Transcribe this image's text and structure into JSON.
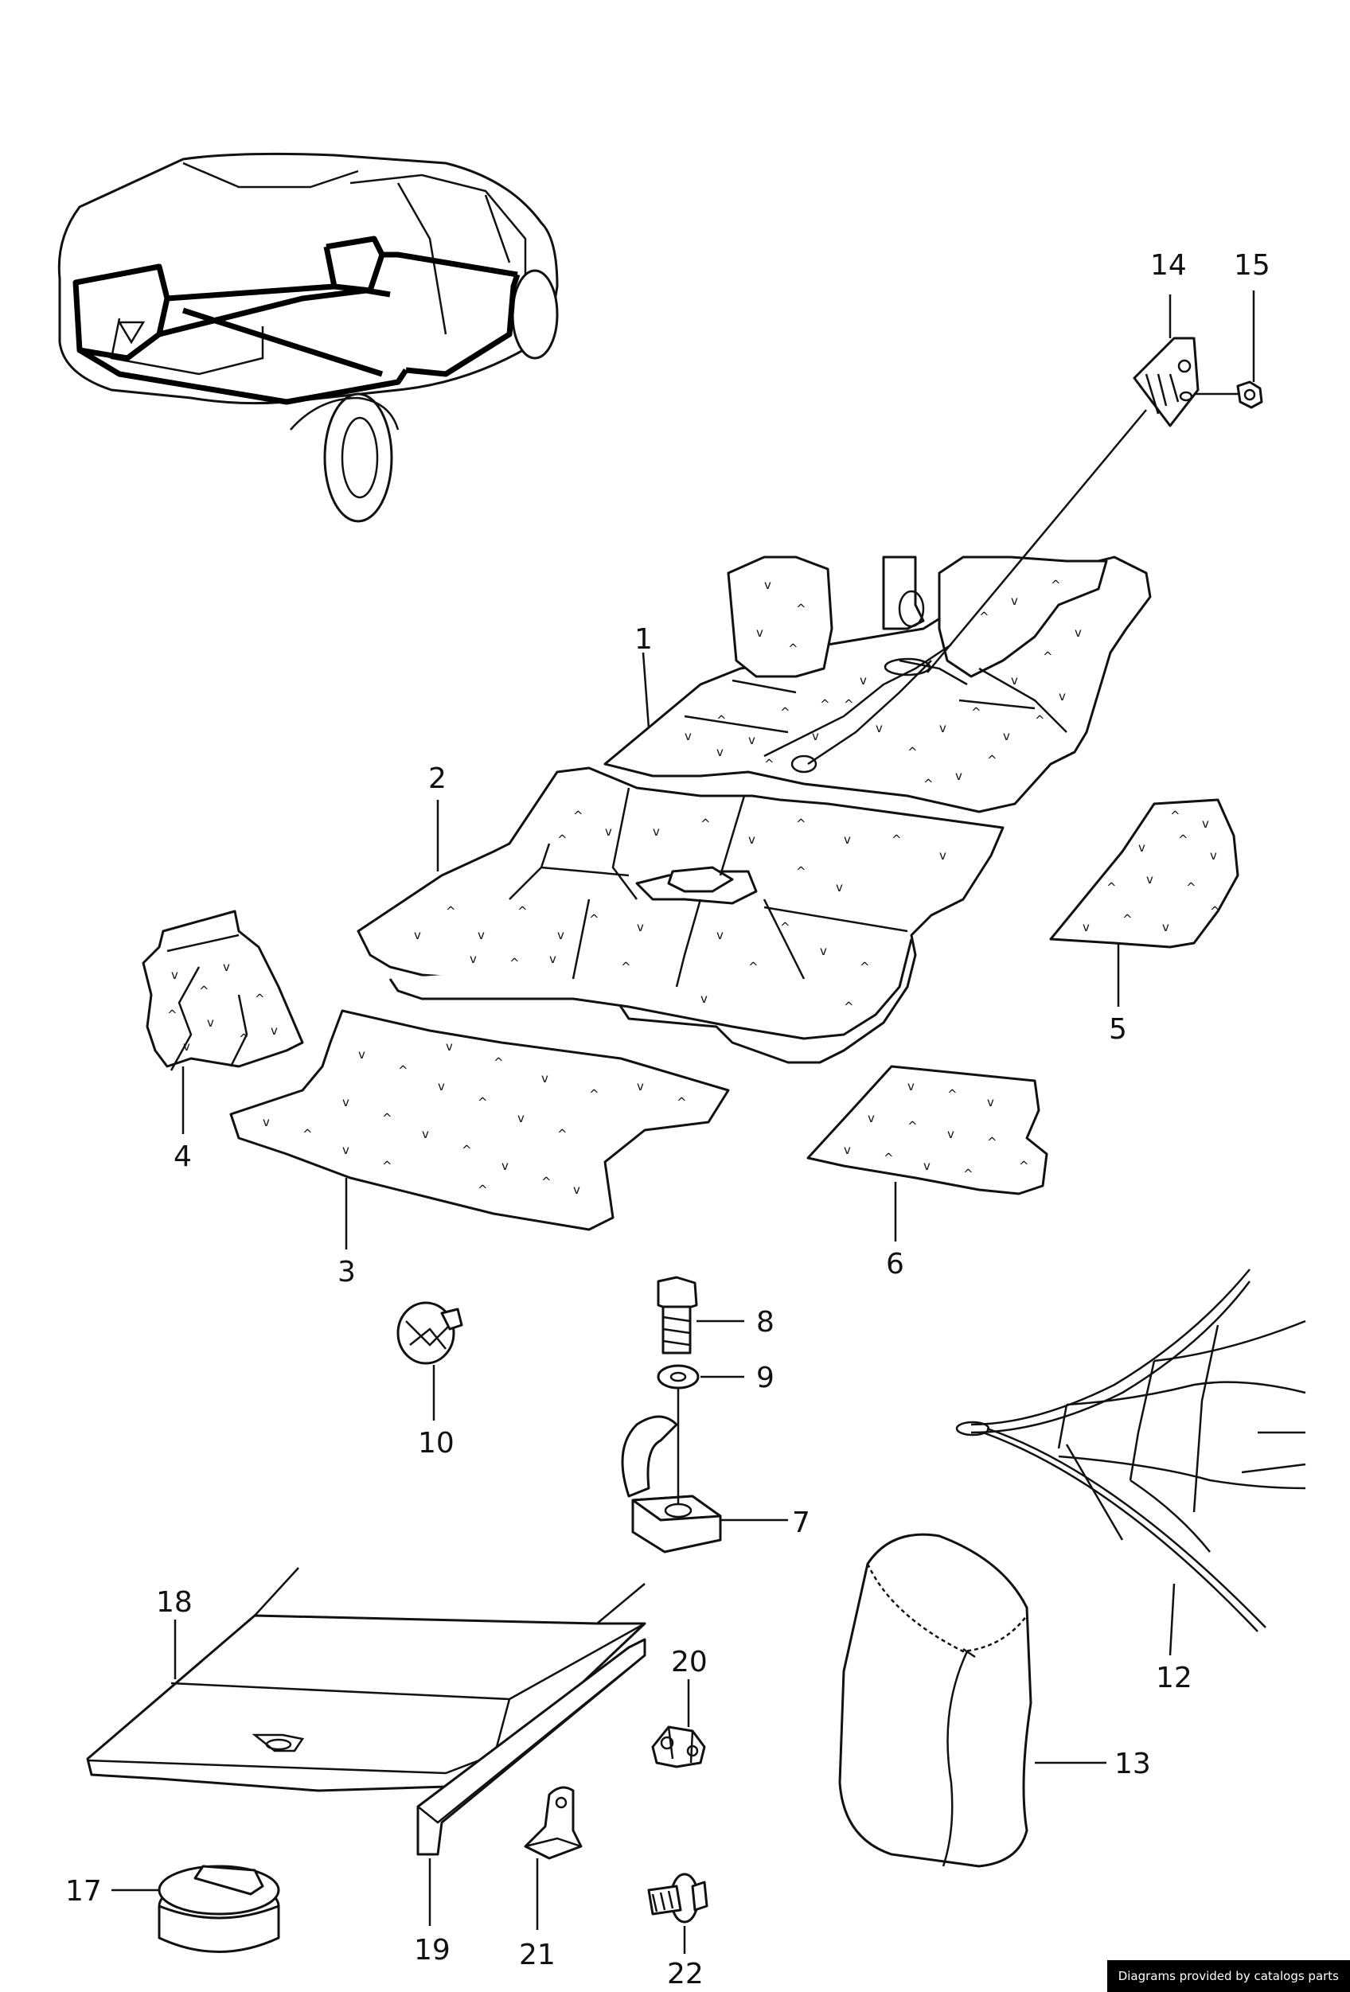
{
  "footer": {
    "credit": "Diagrams provided by catalogs parts"
  },
  "callouts": [
    {
      "id": "1",
      "label": "1"
    },
    {
      "id": "2",
      "label": "2"
    },
    {
      "id": "3",
      "label": "3"
    },
    {
      "id": "4",
      "label": "4"
    },
    {
      "id": "5",
      "label": "5"
    },
    {
      "id": "6",
      "label": "6"
    },
    {
      "id": "7",
      "label": "7"
    },
    {
      "id": "8",
      "label": "8"
    },
    {
      "id": "9",
      "label": "9"
    },
    {
      "id": "10",
      "label": "10"
    },
    {
      "id": "12",
      "label": "12"
    },
    {
      "id": "13",
      "label": "13"
    },
    {
      "id": "14",
      "label": "14"
    },
    {
      "id": "15",
      "label": "15"
    },
    {
      "id": "17",
      "label": "17"
    },
    {
      "id": "18",
      "label": "18"
    },
    {
      "id": "19",
      "label": "19"
    },
    {
      "id": "20",
      "label": "20"
    },
    {
      "id": "21",
      "label": "21"
    },
    {
      "id": "22",
      "label": "22"
    }
  ]
}
